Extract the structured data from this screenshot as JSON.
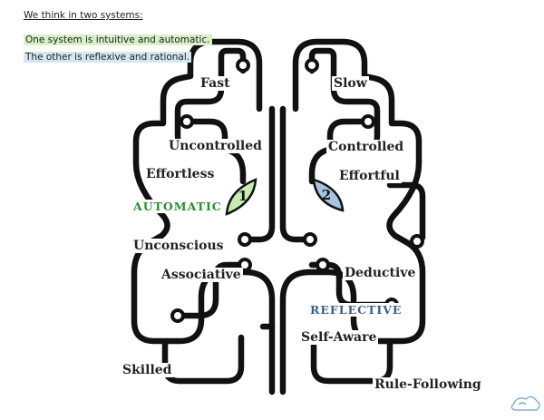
{
  "notes": {
    "title": "We think in two systems:",
    "line1": "One system is intuitive and automatic.",
    "line2": "The other is reflexive and rational."
  },
  "system1": {
    "number": "1",
    "name": "AUTOMATIC",
    "color": "#2e8b3a",
    "leaf_color": "#c8ecb4",
    "traits": [
      "Fast",
      "Uncontrolled",
      "Effortless",
      "Unconscious",
      "Associative",
      "Skilled"
    ]
  },
  "system2": {
    "number": "2",
    "name": "REFLECTIVE",
    "color": "#3d5f86",
    "leaf_color": "#a9c3df",
    "traits": [
      "Slow",
      "Controlled",
      "Effortful",
      "Deductive",
      "Self-Aware",
      "Rule-Following"
    ]
  },
  "colors": {
    "ink": "#111111",
    "text": "#222222"
  }
}
